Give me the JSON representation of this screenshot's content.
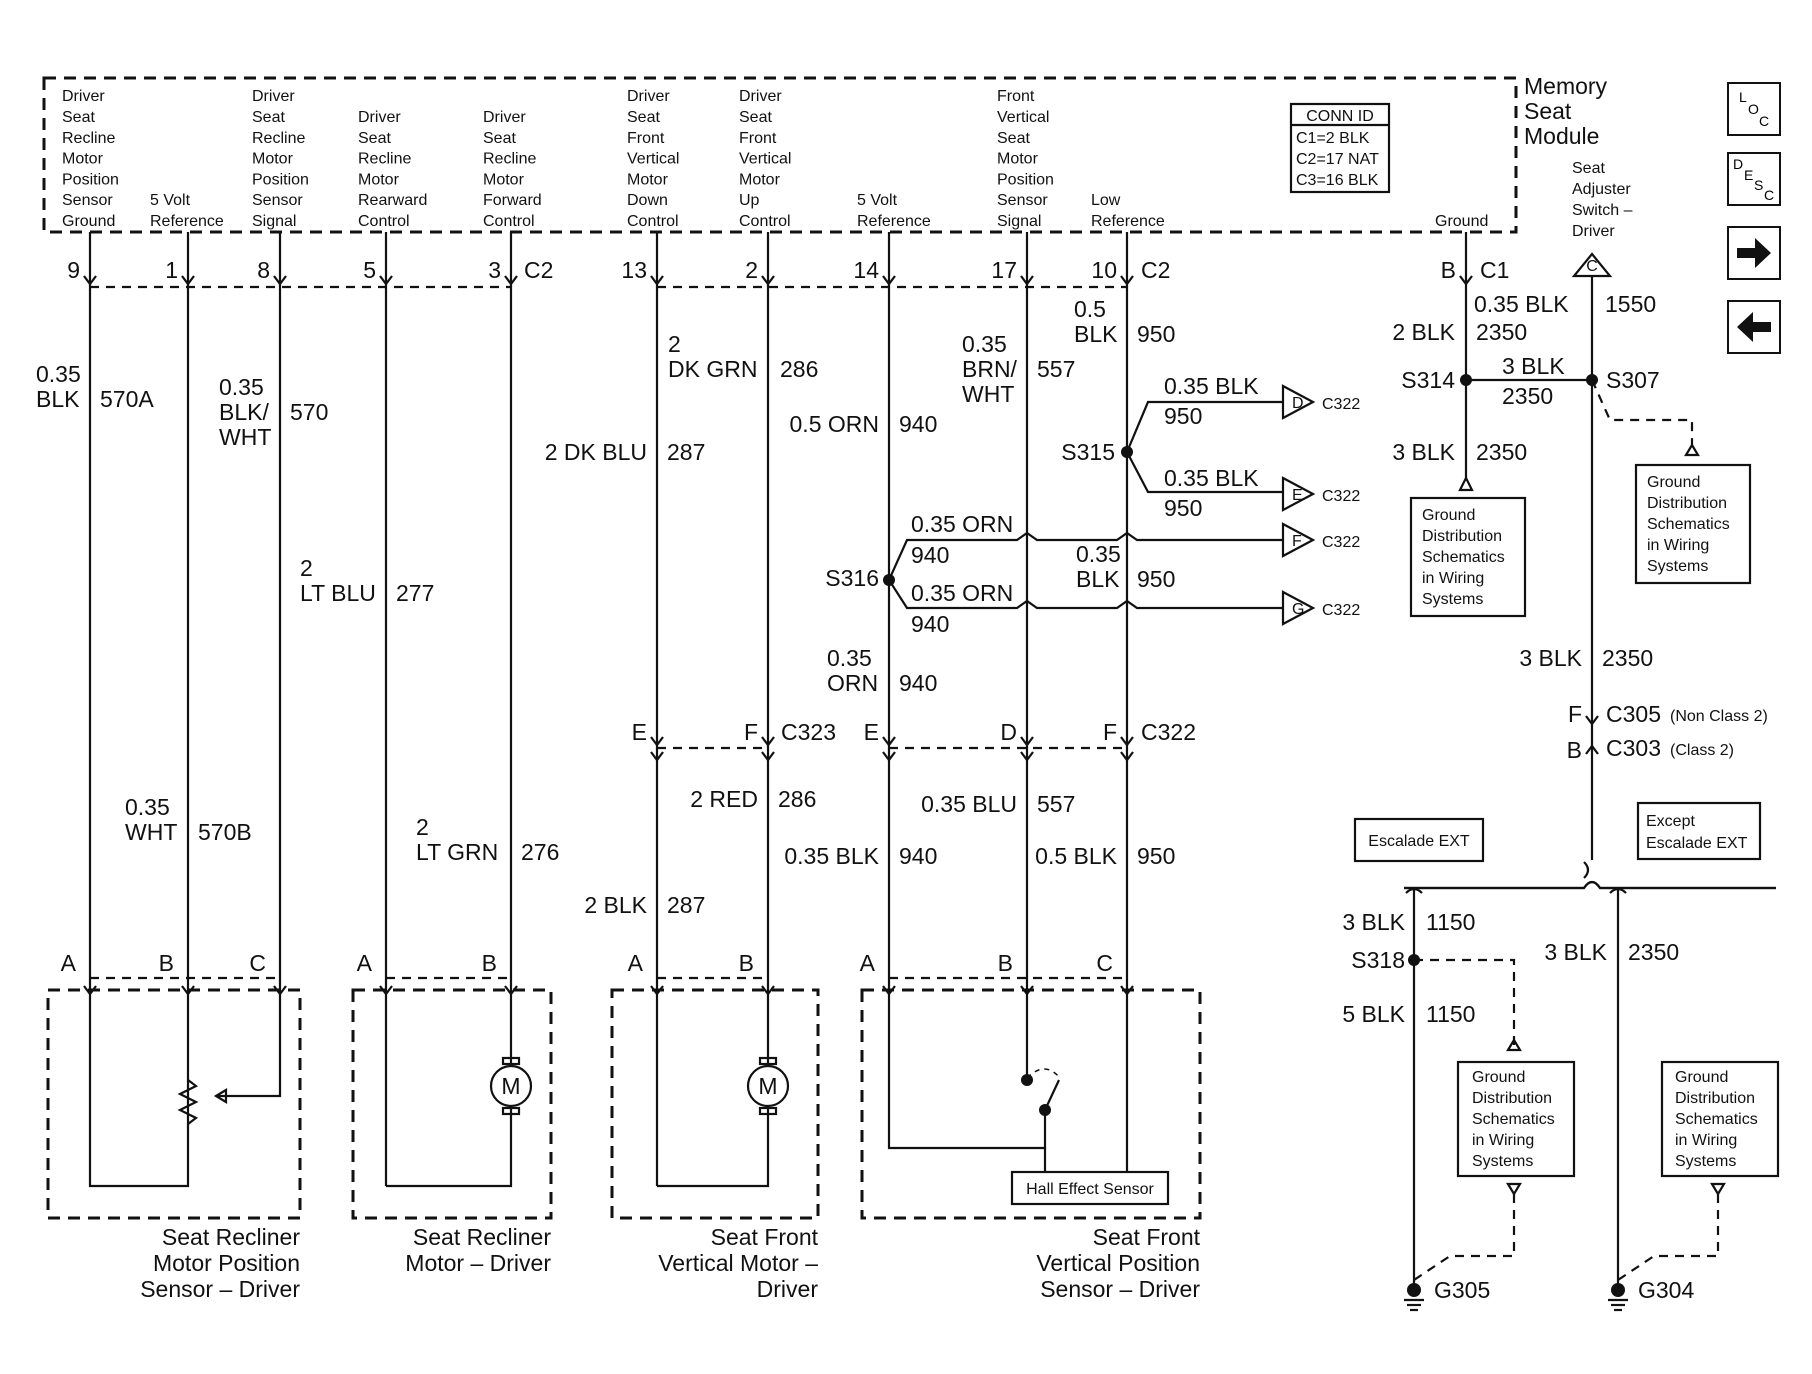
{
  "module": {
    "title": [
      "Memory",
      "Seat",
      "Module"
    ]
  },
  "conn_id": {
    "title": "CONN ID",
    "rows": [
      "C1=2 BLK",
      "C2=17 NAT",
      "C3=16 BLK"
    ]
  },
  "headers": [
    {
      "lines": [
        "Driver",
        "Seat",
        "Recline",
        "Motor",
        "Position",
        "Sensor",
        "Ground"
      ]
    },
    {
      "lines": [
        "5 Volt",
        "Reference"
      ]
    },
    {
      "lines": [
        "Driver",
        "Seat",
        "Recline",
        "Motor",
        "Position",
        "Sensor",
        "Signal"
      ]
    },
    {
      "lines": [
        "Driver",
        "Seat",
        "Recline",
        "Motor",
        "Rearward",
        "Control"
      ]
    },
    {
      "lines": [
        "Driver",
        "Seat",
        "Recline",
        "Motor",
        "Forward",
        "Control"
      ]
    },
    {
      "lines": [
        "Driver",
        "Seat",
        "Front",
        "Vertical",
        "Motor",
        "Down",
        "Control"
      ]
    },
    {
      "lines": [
        "Driver",
        "Seat",
        "Front",
        "Vertical",
        "Motor",
        "Up",
        "Control"
      ]
    },
    {
      "lines": [
        "5 Volt",
        "Reference"
      ]
    },
    {
      "lines": [
        "Front",
        "Vertical",
        "Seat",
        "Motor",
        "Position",
        "Sensor",
        "Signal"
      ]
    },
    {
      "lines": [
        "Low",
        "Reference"
      ]
    },
    {
      "lines": [
        "Ground"
      ]
    }
  ],
  "top_pins": [
    "9",
    "1",
    "8",
    "5",
    "3",
    "13",
    "2",
    "14",
    "17",
    "10",
    "B"
  ],
  "top_conn": {
    "c2_left": "C2",
    "c2_right": "C2",
    "c1": "C1"
  },
  "wires": {
    "w9": [
      "0.35",
      "BLK",
      "570A"
    ],
    "w1": [
      "0.35",
      "WHT",
      "570B"
    ],
    "w8": [
      "0.35",
      "BLK/",
      "WHT",
      "570"
    ],
    "w8b": [
      "2",
      "LT BLU",
      "277"
    ],
    "w3": [
      "2",
      "LT GRN",
      "276"
    ],
    "w13a": [
      "2 DK BLU",
      "287"
    ],
    "w13b": [
      "2 BLK",
      "287"
    ],
    "w2a": [
      "2",
      "DK GRN",
      "286"
    ],
    "w2b": [
      "2 RED",
      "286"
    ],
    "w14a": [
      "0.5 ORN",
      "940"
    ],
    "w14b": [
      "0.35",
      "ORN",
      "940"
    ],
    "w14c": [
      "0.35 BLK",
      "940"
    ],
    "w17a": [
      "0.35",
      "BRN/",
      "WHT",
      "557"
    ],
    "w17b": [
      "0.35 BLU",
      "557"
    ],
    "w10a": [
      "0.5",
      "BLK",
      "950"
    ],
    "w10b": [
      "0.35",
      "BLK",
      "950"
    ],
    "w10c": [
      "0.5 BLK",
      "950"
    ],
    "b1": [
      "0.35 BLK",
      "950"
    ],
    "b2": [
      "0.35 BLK",
      "950"
    ],
    "b3": [
      "0.35 ORN",
      "940"
    ],
    "b4": [
      "0.35 ORN",
      "940"
    ],
    "c1top": [
      "0.35 BLK",
      "1550"
    ],
    "c1left": [
      "2 BLK",
      "2350"
    ],
    "s314": [
      "3 BLK",
      "2350"
    ],
    "s307": [
      "3 BLK",
      "2350"
    ],
    "g1": [
      "3 BLK",
      "2350"
    ],
    "bottom_right": [
      "3 BLK",
      "2350"
    ],
    "s318a": [
      "3 BLK",
      "1150"
    ],
    "s318b": [
      "5 BLK",
      "1150"
    ]
  },
  "splices": [
    "S314",
    "S307",
    "S315",
    "S316",
    "S318"
  ],
  "c322": {
    "labels": [
      "D",
      "E",
      "F",
      "G"
    ],
    "name": "C322"
  },
  "mid_conn": {
    "left_pins": [
      "E",
      "F"
    ],
    "left_name": "C323",
    "right_pins": [
      "E",
      "D",
      "F"
    ],
    "right_name": "C322"
  },
  "c305": {
    "pin": "F",
    "name": "C305",
    "note": "(Non Class 2)"
  },
  "c303": {
    "pin": "B",
    "name": "C303",
    "note": "(Class 2)"
  },
  "switch": {
    "lines": [
      "Seat",
      "Adjuster",
      "Switch –",
      "Driver"
    ],
    "symbol": "C"
  },
  "gnd_box": {
    "lines": [
      "Ground",
      "Distribution",
      "Schematics",
      "in Wiring",
      "Systems"
    ]
  },
  "variants": {
    "left": "Escalade EXT",
    "right": [
      "Except",
      "Escalade EXT"
    ]
  },
  "grounds": [
    "G305",
    "G304"
  ],
  "components": [
    {
      "pins": [
        "A",
        "B",
        "C"
      ],
      "label": [
        "Seat Recliner",
        "Motor Position",
        "Sensor – Driver"
      ]
    },
    {
      "pins": [
        "A",
        "B"
      ],
      "label": [
        "Seat Recliner",
        "Motor – Driver"
      ]
    },
    {
      "pins": [
        "A",
        "B"
      ],
      "label": [
        "Seat Front",
        "Vertical Motor –",
        "Driver"
      ]
    },
    {
      "pins": [
        "A",
        "B",
        "C"
      ],
      "label": [
        "Seat Front",
        "Vertical Position",
        "Sensor – Driver"
      ]
    }
  ],
  "motor_symbol": "M",
  "hall": "Hall Effect Sensor",
  "nav": {
    "loc": "LOC",
    "desc": "DESC"
  }
}
